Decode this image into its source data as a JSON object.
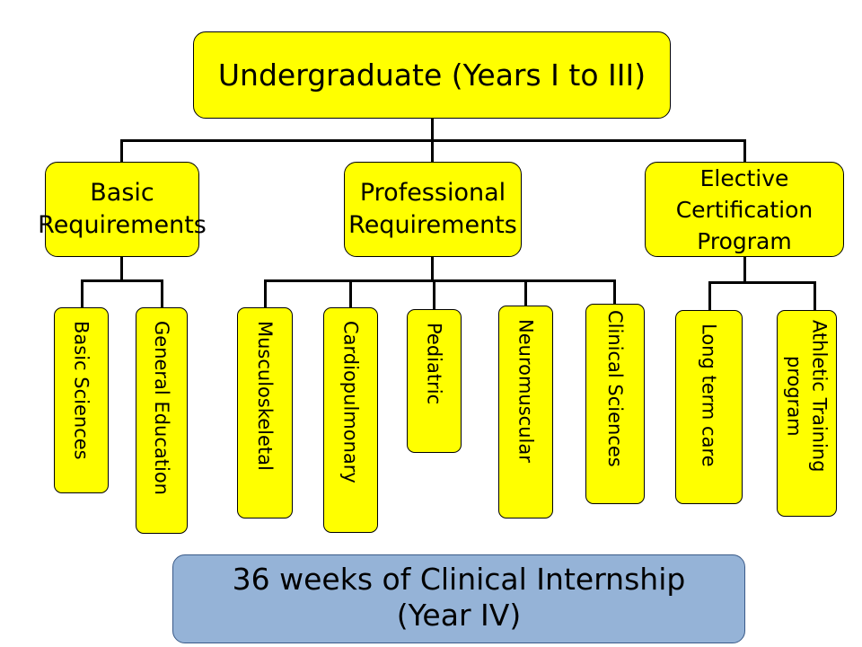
{
  "root": {
    "label": "Undergraduate (Years I to III)"
  },
  "categories": [
    {
      "label_lines": [
        "Basic",
        "Requirements"
      ]
    },
    {
      "label_lines": [
        "Professional",
        "Requirements"
      ]
    },
    {
      "label_lines": [
        "Elective",
        "Certification",
        "Program"
      ]
    }
  ],
  "leaves": {
    "basic_sciences": "Basic Sciences",
    "general_education": "General Education",
    "musculoskeletal": "Musculoskeletal",
    "cardiopulmonary": "Cardiopulmonary",
    "pediatric": "Pediatric",
    "neuromuscular": "Neuromuscular",
    "clinical_sciences": "Clinical Sciences",
    "long_term_care": "Long term care",
    "athletic_training_lines": [
      "Athletic Training",
      "program"
    ]
  },
  "footer": {
    "lines": [
      "36 weeks of Clinical Internship",
      "(Year IV)"
    ]
  },
  "colors": {
    "box_fill": "#ffff00",
    "footer_fill": "#95b3d7",
    "connector": "#000000"
  }
}
